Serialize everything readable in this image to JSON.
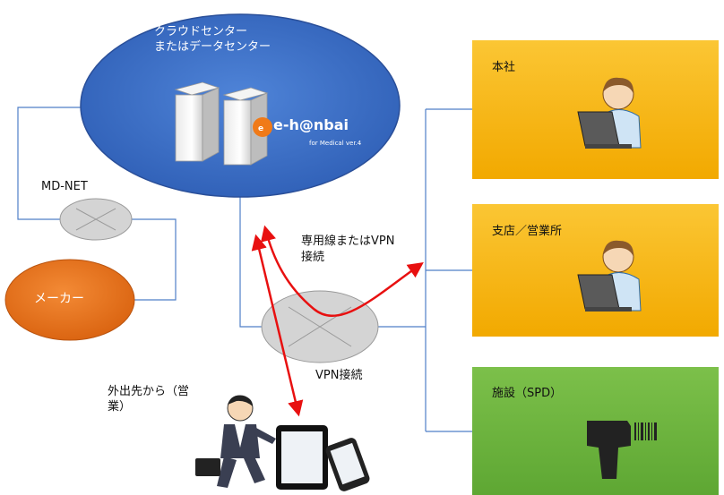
{
  "cloud": {
    "label_line1": "クラウドセンター",
    "label_line2": "またはデータセンター",
    "logo_text": "e-h@nbai",
    "logo_sub": "for Medical ver.4"
  },
  "network_left": {
    "label": "MD-NET"
  },
  "maker": {
    "label": "メーカー"
  },
  "network_center": {
    "label": "VPN接続"
  },
  "connection": {
    "label_line1": "専用線またはVPN",
    "label_line2": "接続"
  },
  "mobile": {
    "label_line1": "外出先から（営",
    "label_line2": "業）"
  },
  "sites": [
    {
      "label": "本社",
      "color": "#f7b500"
    },
    {
      "label": "支店／営業所",
      "color": "#f7b500"
    },
    {
      "label": "施設（SPD）",
      "color": "#6db33f"
    }
  ],
  "colors": {
    "cloud": "#3f6fc8",
    "maker": "#e8731c",
    "router": "#d4d4d4",
    "line": "#4f7fc8",
    "arrow": "#e81010"
  }
}
